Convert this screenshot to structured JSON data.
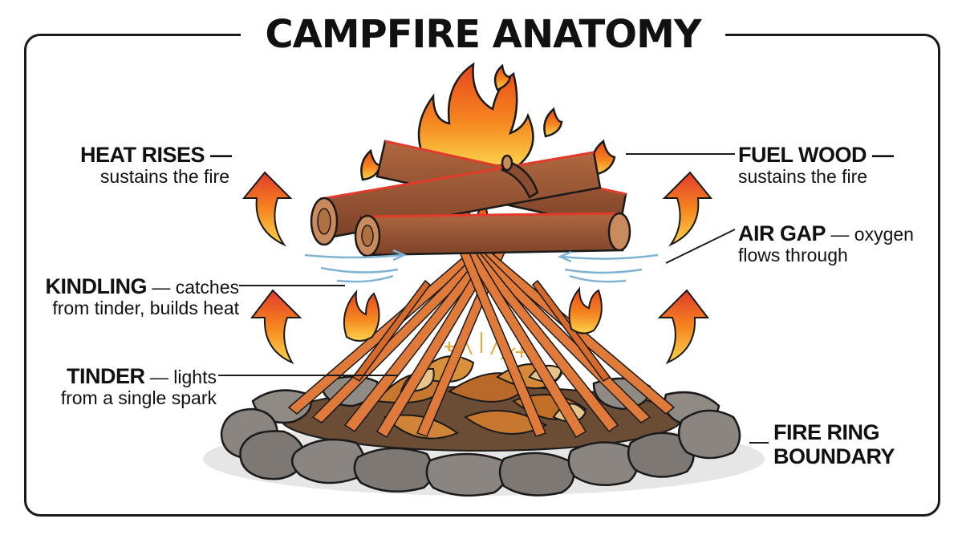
{
  "title": "CAMPFIRE ANATOMY",
  "labels": {
    "heat": {
      "head": "HEAT RISES —",
      "line2": "sustains the fire"
    },
    "kindling": {
      "head": "KINDLING",
      "rest": " — catches",
      "line2": "from tinder, builds heat"
    },
    "tinder": {
      "head": "TINDER",
      "rest": " — lights",
      "line2": "from a single spark"
    },
    "fuel": {
      "head": "FUEL WOOD —",
      "line2": "sustains the fire"
    },
    "air": {
      "head": "AIR GAP",
      "rest": " — oxygen",
      "line2": "flows through"
    },
    "ring": {
      "head": "FIRE RING",
      "line2": "BOUNDARY"
    }
  },
  "colors": {
    "flame_outer": "#e8461e",
    "flame_mid": "#f5851f",
    "flame_inner": "#fcd34a",
    "log": "#9b5a3a",
    "log_glow": "#e23b2c",
    "kindling": "#e07a3a",
    "rock": "#8a8580",
    "leaf": "#c8782e",
    "air": "#7fb3d5"
  }
}
